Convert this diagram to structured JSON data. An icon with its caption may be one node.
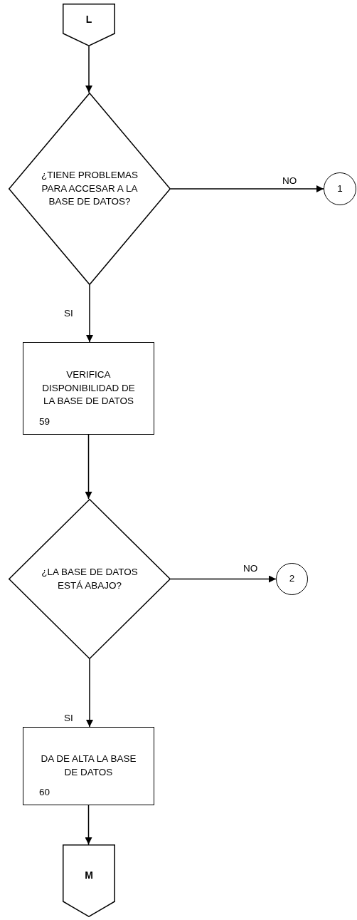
{
  "diagram": {
    "nodes": [
      {
        "text": [
          "L"
        ]
      },
      {
        "text": [
          "¿TIENE PROBLEMAS PARA ACCESAR A LA BASE DE DATOS?"
        ]
      },
      {
        "text": [
          "1"
        ]
      },
      {
        "text": [
          "VERIFICA DISPONIBILIDAD DE LA BASE DE DATOS",
          "59"
        ]
      },
      {
        "text": [
          "¿LA BASE DE DATOS ESTÁ ABAJO?"
        ]
      },
      {
        "text": [
          "2"
        ]
      },
      {
        "text": [
          "DA DE ALTA LA BASE DE DATOS",
          "60"
        ]
      },
      {
        "text": [
          "M"
        ]
      }
    ],
    "edges": [
      {
        "from": 0,
        "to": 1,
        "arrow": "to"
      },
      {
        "from": 1,
        "to": 2,
        "arrow": "to",
        "label": "NO"
      },
      {
        "from": 1,
        "to": 3,
        "arrow": "to",
        "label": "SI"
      },
      {
        "from": 3,
        "to": 4,
        "arrow": "to"
      },
      {
        "from": 4,
        "to": 5,
        "arrow": "to",
        "label": "NO"
      },
      {
        "from": 4,
        "to": 6,
        "arrow": "to",
        "label": "SI"
      },
      {
        "from": 6,
        "to": 7,
        "arrow": "to"
      }
    ]
  }
}
